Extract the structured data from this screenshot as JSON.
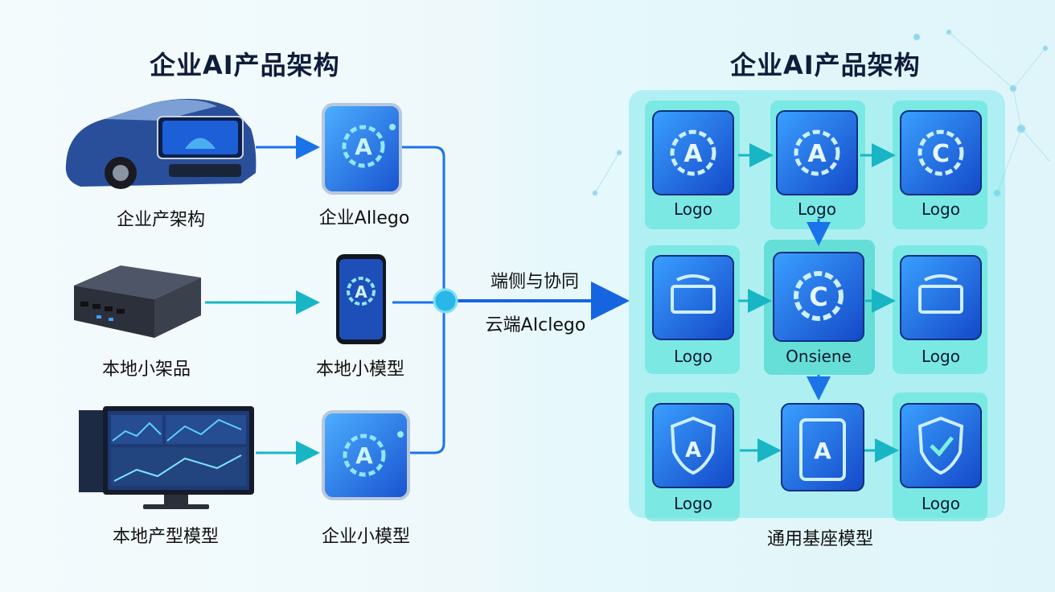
{
  "title_left": "企业AI产品架构",
  "title_right": "企业AI产品架构",
  "left_devices": [
    {
      "label": "企业产架构",
      "icon": "car-icon"
    },
    {
      "label": "本地小架品",
      "icon": "mini-pc-icon"
    },
    {
      "label": "本地产型模型",
      "icon": "monitor-dashboard-icon"
    }
  ],
  "left_models": [
    {
      "label": "企业AIlego",
      "icon": "ai-chip-icon"
    },
    {
      "label": "本地小模型",
      "icon": "smartphone-ai-icon"
    },
    {
      "label": "企业小模型",
      "icon": "ai-chip-icon"
    }
  ],
  "connector": {
    "top_label": "端侧与协同",
    "bottom_label": "云端AIclego"
  },
  "grid": [
    {
      "label": "Logo",
      "icon": "a-gear-icon"
    },
    {
      "label": "Logo",
      "icon": "a-gear-icon"
    },
    {
      "label": "Logo",
      "icon": "c-gear-icon"
    },
    {
      "label": "Logo",
      "icon": "box-icon"
    },
    {
      "label": "Onsiene",
      "icon": "c-gear-icon"
    },
    {
      "label": "Logo",
      "icon": "box-icon"
    },
    {
      "label": "Logo",
      "icon": "a-shield-icon"
    },
    {
      "label": "",
      "icon": "a-tablet-icon"
    },
    {
      "label": "Logo",
      "icon": "shield-check-icon"
    }
  ],
  "footer_label": "通用基座模型",
  "colors": {
    "arrow": "#1a73e8",
    "teal_arrow": "#18b6c4",
    "panel": "#5ae6e6",
    "tile": "#1e6fe0"
  }
}
